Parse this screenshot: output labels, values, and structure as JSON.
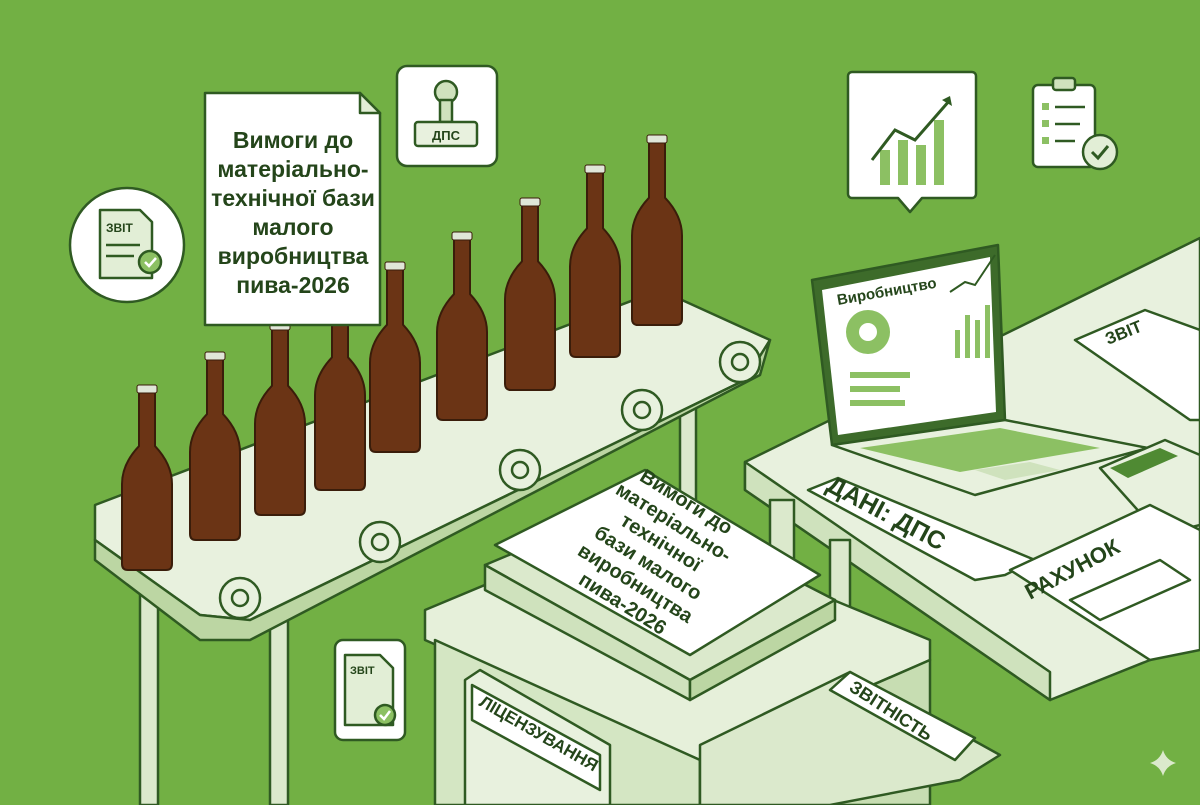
{
  "poster": {
    "title_lines": [
      "Вимоги до",
      "матеріально-",
      "технічної бази",
      "малого",
      "виробництва",
      "пива-2026"
    ]
  },
  "stack_document": {
    "title_lines": [
      "Вимоги до",
      "матеріально-",
      "технічної",
      "бази малого",
      "виробництва",
      "пива-2026"
    ]
  },
  "icons": {
    "stamp_label": "ДПС",
    "report_icon_label": "ЗВІТ",
    "small_report_icon_label": "ЗВІТ"
  },
  "laptop": {
    "screen_title": "Виробництво"
  },
  "desk": {
    "report_sheet_label": "ЗВІТ",
    "data_label": "ДАНІ: ДПС",
    "invoice_label": "РАХУНОК"
  },
  "folders": {
    "licensing_label": "ЛІЦЕНЗУВАННЯ",
    "reporting_label": "ЗВІТНІСТЬ"
  },
  "colors": {
    "background": "#72b044",
    "bottle": "#6b3415",
    "ink": "#24451a",
    "paper": "#ffffff",
    "furniture": "#e6f0da"
  }
}
